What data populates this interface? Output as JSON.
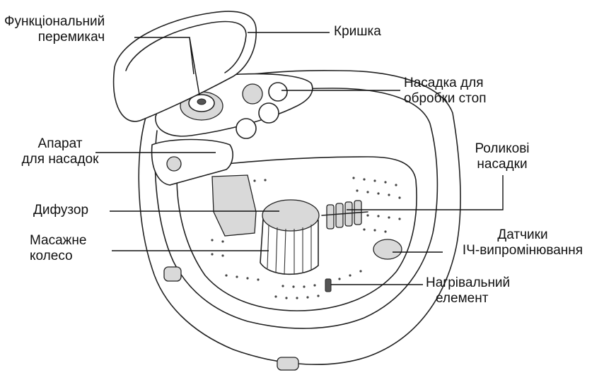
{
  "labels": {
    "switch": [
      "Функціональний",
      "перемикач"
    ],
    "lid": "Кришка",
    "foot_attachment": [
      "Насадка для",
      "обробки стоп"
    ],
    "attachment_holder": [
      "Апарат",
      "для насадок"
    ],
    "rollers": [
      "Роликові",
      "насадки"
    ],
    "diffuser": "Дифузор",
    "massage_wheel": [
      "Масажне",
      "колесо"
    ],
    "ir_sensors": [
      "Датчики",
      "ІЧ-випромінювання"
    ],
    "heater": [
      "Нагрівальний",
      "елемент"
    ]
  },
  "colors": {
    "line": "#222222",
    "background": "#ffffff",
    "shade": "#d9d9d9"
  }
}
